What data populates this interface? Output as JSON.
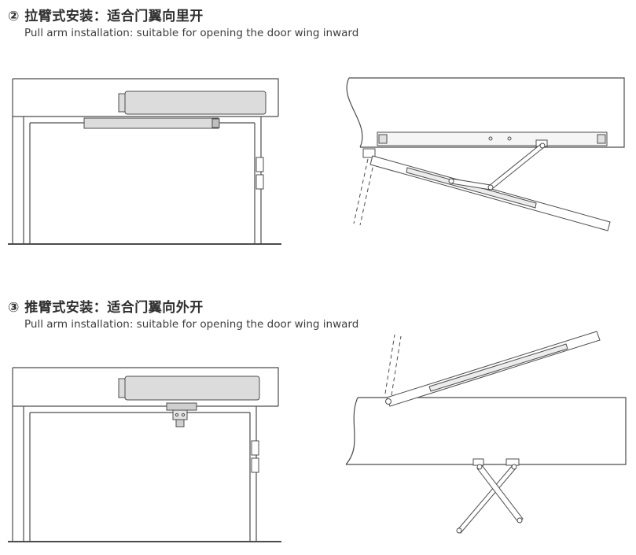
{
  "page": {
    "background": "#ffffff",
    "line_color": "#4c4c4c",
    "closer_fill": "#dcdcdc"
  },
  "sections": [
    {
      "title_zh": "② 拉臂式安装：适合门翼向里开",
      "subtitle_en": "Pull arm installation: suitable for opening the door wing inward"
    },
    {
      "title_zh": "③ 推臂式安装：适合门翼向外开",
      "subtitle_en": "Pull arm installation: suitable for opening the door wing inward"
    }
  ]
}
